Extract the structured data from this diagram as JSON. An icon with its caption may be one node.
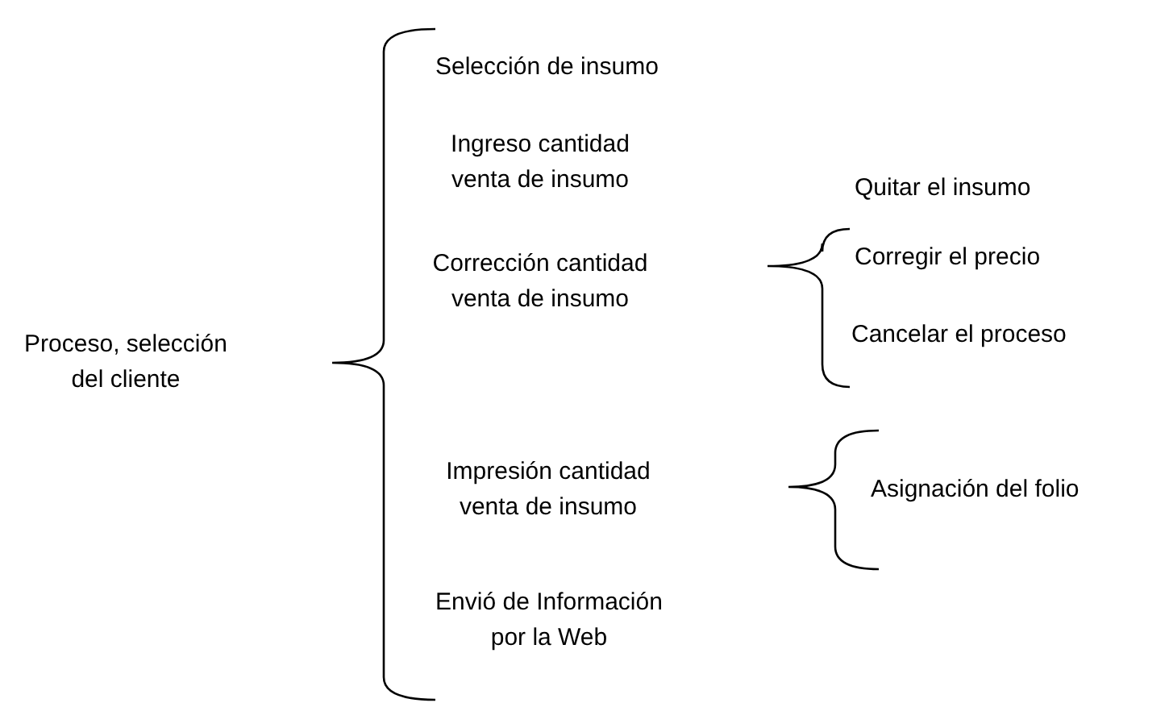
{
  "diagram": {
    "labels": [
      "Proceso, selección del cliente",
      "Selección de insumo",
      "Ingreso cantidad venta de insumo",
      "Corrección cantidad venta de insumo",
      "Quitar el insumo",
      "Corregir el precio",
      "Cancelar el proceso",
      "Impresión cantidad venta de insumo",
      "Asignación del folio",
      "Envió de Información por la Web"
    ]
  }
}
